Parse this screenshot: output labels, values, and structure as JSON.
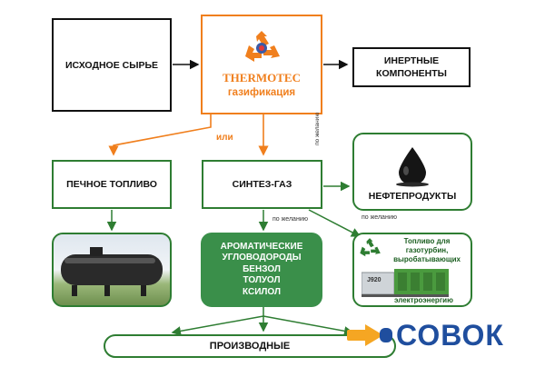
{
  "nodes": {
    "raw": "ИСХОДНОЕ СЫРЬЕ",
    "thermotec": {
      "brand": "THERMOTEC",
      "process": "газификация"
    },
    "inert": [
      "ИНЕРТНЫЕ",
      "КОМПОНЕНТЫ"
    ],
    "furnace": "ПЕЧНОЕ ТОПЛИВО",
    "syngas": "СИНТЕЗ-ГАЗ",
    "oil": "НЕФТЕПРОДУКТЫ",
    "aromatics": [
      "АРОМАТИЧЕСКИЕ",
      "УГЛОВОДОРОДЫ",
      "БЕНЗОЛ",
      "ТОЛУОЛ",
      "КСИЛОЛ"
    ],
    "turbine": [
      "Топливо для",
      "газотурбин,",
      "выробатывающих"
    ],
    "electricity": "электроэнергию",
    "generator_tag": "J920",
    "derivatives": "ПРОИЗВОДНЫЕ"
  },
  "labels": {
    "or": "или",
    "optional_vertical": "по желанию",
    "optional_1": "по желанию",
    "optional_2": "по желанию"
  },
  "watermark": "СОВОК",
  "colors": {
    "orange": "#f07f1d",
    "green": "#2e7d32",
    "dark_green": "#3a8f4a",
    "black": "#111111"
  },
  "icons": [
    "recycle-icon",
    "oil-drop-icon",
    "recycle-icon",
    "tank-image",
    "generator-image"
  ]
}
